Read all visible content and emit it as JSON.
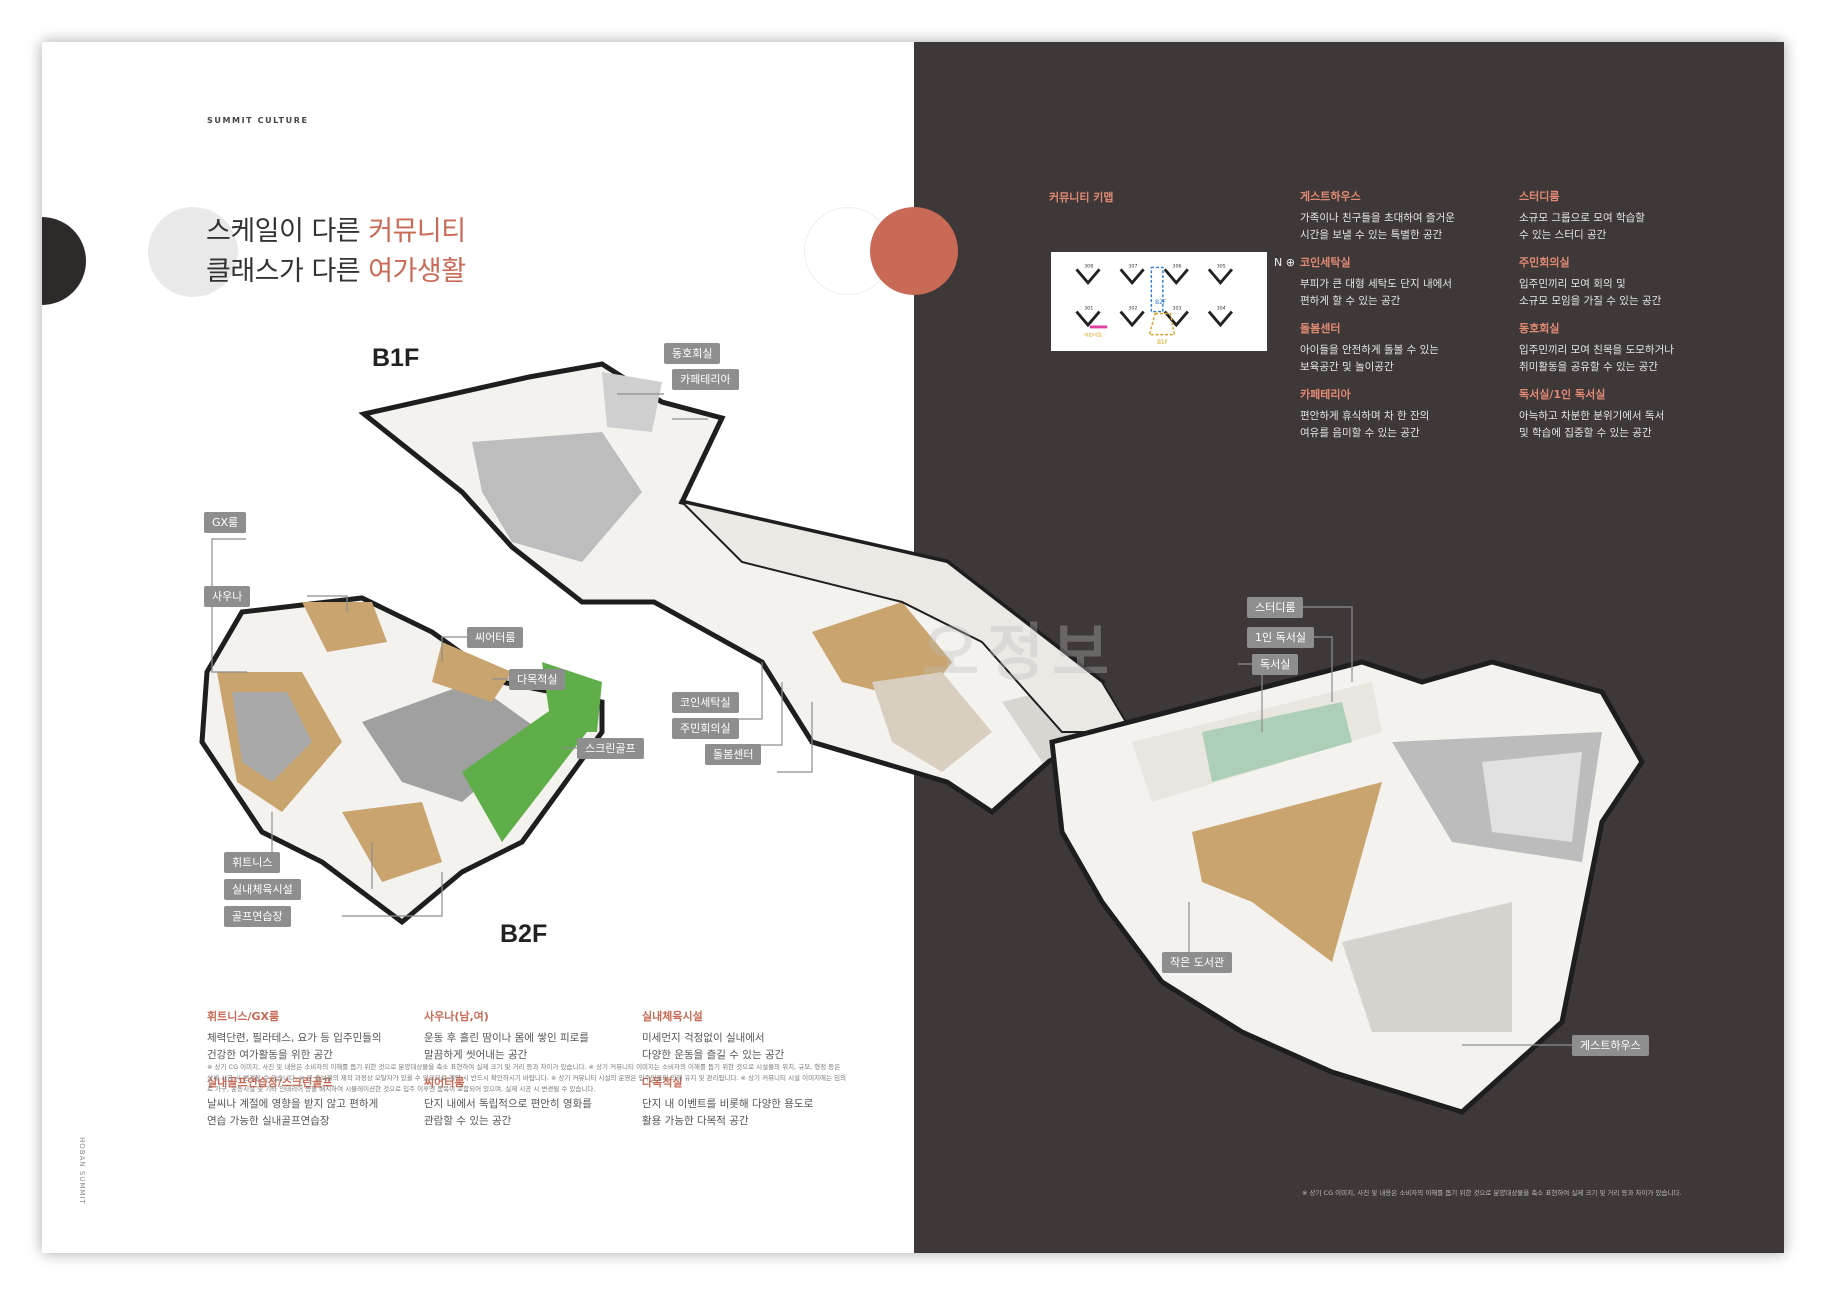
{
  "brand": "SUMMIT CULTURE",
  "side_text": "HOBAN SUMMIT",
  "headline": {
    "line1_a": "스케일이 다른 ",
    "line1_b": "커뮤니티",
    "line2_a": "클래스가 다른 ",
    "line2_b": "여가생활"
  },
  "floors": {
    "b1": "B1F",
    "b2": "B2F"
  },
  "watermark": "오정보",
  "callouts": {
    "dongho": "동호회실",
    "cafeteria": "카페테리아",
    "gx": "GX룸",
    "sauna": "사우나",
    "theater": "씨어터룸",
    "multi": "다목적실",
    "screengolf": "스크린골프",
    "coin": "코인세탁실",
    "meeting": "주민회의실",
    "care": "돌봄센터",
    "fitness": "휘트니스",
    "indoor": "실내체육시설",
    "golf": "골프연습장",
    "study": "스터디룸",
    "single": "1인 독서실",
    "reading": "독서실",
    "library": "작은 도서관",
    "guest": "게스트하우스"
  },
  "left_features": [
    {
      "title": "휘트니스/GX룸",
      "desc1": "체력단련, 필라테스, 요가 등 입주민들의",
      "desc2": "건강한 여가활동을 위한 공간"
    },
    {
      "title": "사우나(남,여)",
      "desc1": "운동 후 흘린 땀이나 몸에 쌓인 피로를",
      "desc2": "말끔하게 씻어내는 공간"
    },
    {
      "title": "실내체육시설",
      "desc1": "미세먼지 걱정없이 실내에서",
      "desc2": "다양한 운동을 즐길 수 있는 공간"
    },
    {
      "title": "실내골프연습장/스크린골프",
      "desc1": "날씨나 계절에 영향을 받지 않고 편하게",
      "desc2": "연습 가능한 실내골프연습장"
    },
    {
      "title": "씨어터룸",
      "desc1": "단지 내에서 독립적으로 편안히 영화를",
      "desc2": "관람할 수 있는 공간"
    },
    {
      "title": "다목적실",
      "desc1": "단지 내 이벤트를 비롯해 다양한 용도로",
      "desc2": "활용 가능한 다목적 공간"
    }
  ],
  "note_left": "※ 상기 CG 이미지, 사진 및 내용은 소비자의 이해를 돕기 위한 것으로 분양대상물을 축소 표현하여 실제 크기 및 거리 등과 차이가 있습니다. ※ 상기 커뮤니티 이미지는 소비자의 이해를 돕기 위한 것으로 시설물의 위치, 규모, 형정 등은 상세 시공 시 변경될 수 있습니다. ※ 본 홍보물의 제작 과정상 오탈자가 있을 수 있으므로 계약 시 반드시 확인하시기 바랍니다. ※ 상기 커뮤니티 시설의 운영은 입주민들의 의해 유지 및 관리됩니다. ※ 상기 커뮤니티 시설 이미지에는 임의로 가구, 운동시설 및 기타 인테리어 등을 배치하여 시뮬레이션한 것으로 입주 이후엔 품목이 포함되어 있으며, 실제 시공 시 변경될 수 있습니다.",
  "keymap": {
    "title": "커뮤니티 키맵",
    "buildings": [
      "308",
      "307",
      "306",
      "305",
      "301",
      "302",
      "303",
      "304"
    ],
    "b1_label": "B1F",
    "b2_label": "B2F",
    "pink_label": "어린이집",
    "compass": "N"
  },
  "right_features_col1": [
    {
      "title": "게스트하우스",
      "desc1": "가족이나 친구들을 초대하여 즐거운",
      "desc2": "시간을 보낼 수 있는 특별한 공간"
    },
    {
      "title": "코인세탁실",
      "desc1": "부피가 큰 대형 세탁도 단지 내에서",
      "desc2": "편하게 할 수 있는 공간"
    },
    {
      "title": "돌봄센터",
      "desc1": "아이들을 안전하게 돌볼 수 있는",
      "desc2": "보육공간 및 놀이공간"
    },
    {
      "title": "카페테리아",
      "desc1": "편안하게 휴식하며 차 한 잔의",
      "desc2": "여유를 음미할 수 있는 공간"
    }
  ],
  "right_features_col2": [
    {
      "title": "스터디룸",
      "desc1": "소규모 그룹으로 모여 학습할",
      "desc2": "수 있는 스터디 공간"
    },
    {
      "title": "주민회의실",
      "desc1": "입주민끼리 모여 회의 및",
      "desc2": "소규모 모임을 가질 수 있는 공간"
    },
    {
      "title": "동호회실",
      "desc1": "입주민끼리 모여 친목을 도모하거나",
      "desc2": "취미활동을 공유할 수 있는 공간"
    },
    {
      "title": "독서실/1인 독서실",
      "desc1": "아늑하고 차분한 분위기에서 독서",
      "desc2": "및 학습에 집중할 수 있는 공간"
    }
  ],
  "note_right": "※ 상기 CG 이미지, 사진 및 내용은 소비자의 이해를 돕기 위한 것으로 분양대상물을 축소 표현하여 실제 크기 및 거리 등과 차이가 있습니다.",
  "colors": {
    "accent": "#c86a55",
    "dark_page": "#3f3838",
    "floor_wood": "#c9a46e",
    "floor_grey": "#9c9c9c",
    "turf": "#5fae4a"
  }
}
